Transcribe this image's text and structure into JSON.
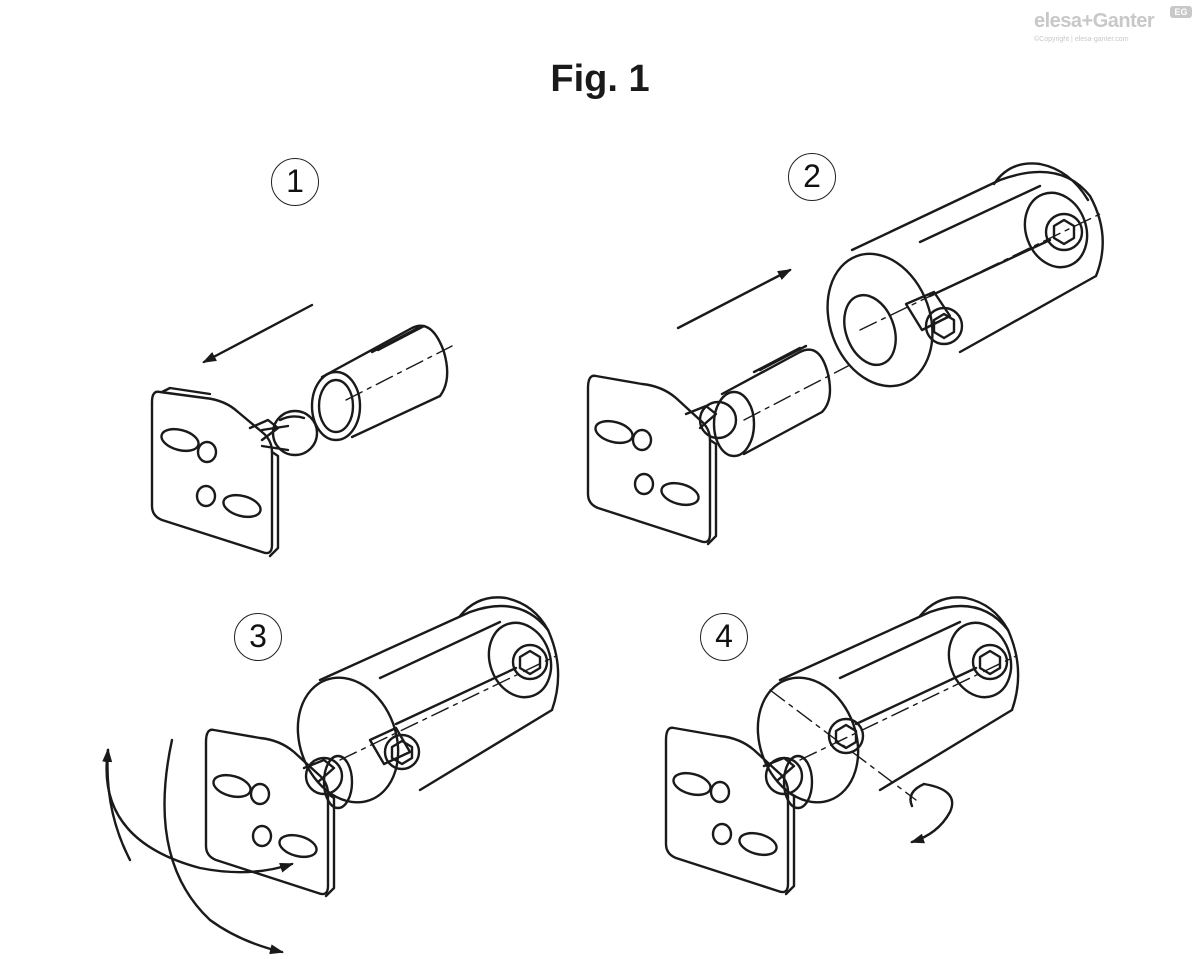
{
  "figure": {
    "title": "Fig. 1"
  },
  "logo": {
    "brand": "elesa+Ganter",
    "badge": "EG",
    "copyright": "©Copyright | elesa-ganter.com"
  },
  "steps": [
    {
      "label": "1"
    },
    {
      "label": "2"
    },
    {
      "label": "3"
    },
    {
      "label": "4"
    }
  ],
  "colors": {
    "line": "#1a1a1a",
    "background": "#ffffff",
    "logo": "#c8c8c8"
  },
  "icons": [
    "mounting-plate",
    "ball-joint",
    "split-sleeve",
    "clamp-connector",
    "hex-socket-screw",
    "direction-arrow",
    "rotation-arrow"
  ]
}
